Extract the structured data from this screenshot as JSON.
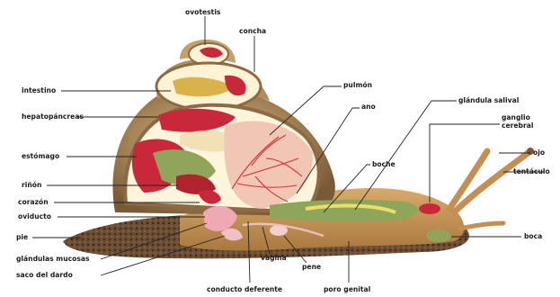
{
  "labels": {
    "ovotestis": "ovotestis",
    "concha": "concha",
    "intestino": "intestino",
    "hepatopancreas": "hepatopáncreas",
    "pulmon": "pulmón",
    "ano": "ano",
    "glandula_salival": "glándula salival",
    "ganglio_cerebral_1": "ganglio",
    "ganglio_cerebral_2": "cerebral",
    "estomago": "estómago",
    "ojo": "ojo",
    "tentaculo": "tentáculo",
    "rinon": "riñón",
    "boche": "boche",
    "corazon": "corazón",
    "oviducto": "oviducto",
    "boca": "boca",
    "pie": "pie",
    "glandulas_mucosas": "glándulas mucosas",
    "saco_del_dardo": "saco del dardo",
    "pene": "pene",
    "vagina": "vagina",
    "conducto_deferente": "conducto deferente",
    "poro_genital": "poro genital"
  },
  "colors": {
    "shell": "#a8865a",
    "foot": "#c89a5e",
    "foot_texture": "#5a4330",
    "lung": "#f2c6b4",
    "vessels": "#d0303a",
    "intestine": "#b8d26a",
    "gland_red": "#c8283a",
    "label_line": "#222222"
  }
}
